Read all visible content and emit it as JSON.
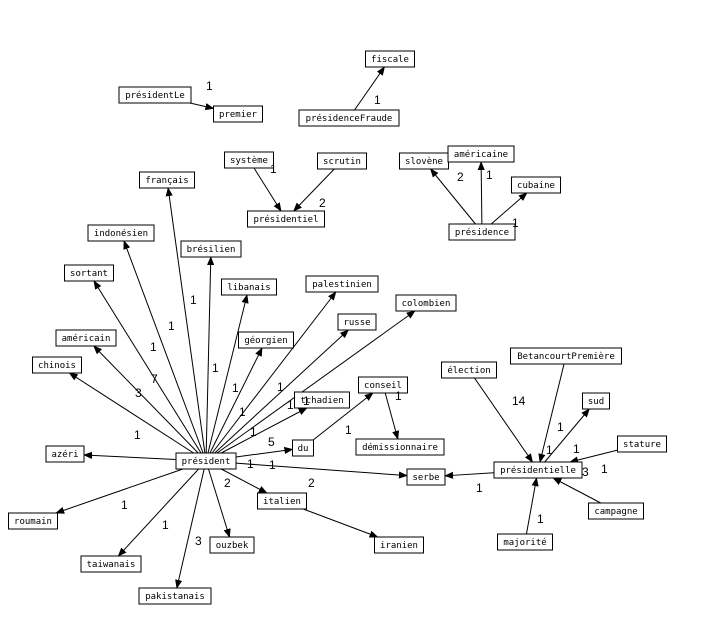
{
  "diagram": {
    "nodes": [
      {
        "id": "presidentLe",
        "label": "présidentLe"
      },
      {
        "id": "premier",
        "label": "premier"
      },
      {
        "id": "fiscale",
        "label": "fiscale"
      },
      {
        "id": "presidenceFraude",
        "label": "présidenceFraude"
      },
      {
        "id": "systeme",
        "label": "système"
      },
      {
        "id": "scrutin",
        "label": "scrutin"
      },
      {
        "id": "presidentiel",
        "label": "présidentiel"
      },
      {
        "id": "slovene",
        "label": "slovène"
      },
      {
        "id": "americaine",
        "label": "américaine"
      },
      {
        "id": "cubaine",
        "label": "cubaine"
      },
      {
        "id": "presidence",
        "label": "présidence"
      },
      {
        "id": "francais",
        "label": "français"
      },
      {
        "id": "indonesien",
        "label": "indonésien"
      },
      {
        "id": "bresilien",
        "label": "brésilien"
      },
      {
        "id": "sortant",
        "label": "sortant"
      },
      {
        "id": "libanais",
        "label": "libanais"
      },
      {
        "id": "palestinien",
        "label": "palestinien"
      },
      {
        "id": "colombien",
        "label": "colombien"
      },
      {
        "id": "russe",
        "label": "russe"
      },
      {
        "id": "americain",
        "label": "américain"
      },
      {
        "id": "georgien",
        "label": "géorgien"
      },
      {
        "id": "chinois",
        "label": "chinois"
      },
      {
        "id": "tchadien",
        "label": "tchadien"
      },
      {
        "id": "conseil",
        "label": "conseil"
      },
      {
        "id": "demissionnaire",
        "label": "démissionnaire"
      },
      {
        "id": "azeri",
        "label": "azéri"
      },
      {
        "id": "du",
        "label": "du"
      },
      {
        "id": "president",
        "label": "président"
      },
      {
        "id": "serbe",
        "label": "serbe"
      },
      {
        "id": "italien",
        "label": "italien"
      },
      {
        "id": "iranien",
        "label": "iranien"
      },
      {
        "id": "roumain",
        "label": "roumain"
      },
      {
        "id": "ouzbek",
        "label": "ouzbek"
      },
      {
        "id": "taiwanais",
        "label": "taiwanais"
      },
      {
        "id": "pakistanais",
        "label": "pakistanais"
      },
      {
        "id": "betancourtPremiere",
        "label": "BetancourtPremière"
      },
      {
        "id": "election",
        "label": "élection"
      },
      {
        "id": "sud",
        "label": "sud"
      },
      {
        "id": "stature",
        "label": "stature"
      },
      {
        "id": "presidentielle",
        "label": "présidentielle"
      },
      {
        "id": "campagne",
        "label": "campagne"
      },
      {
        "id": "majorite",
        "label": "majorité"
      }
    ],
    "edges": [
      {
        "from": "presidentLe",
        "to": "premier",
        "label": "1"
      },
      {
        "from": "presidenceFraude",
        "to": "fiscale",
        "label": "1"
      },
      {
        "from": "systeme",
        "to": "presidentiel",
        "label": "1"
      },
      {
        "from": "scrutin",
        "to": "presidentiel",
        "label": "2"
      },
      {
        "from": "presidence",
        "to": "slovene",
        "label": "2"
      },
      {
        "from": "presidence",
        "to": "americaine",
        "label": "1"
      },
      {
        "from": "presidence",
        "to": "cubaine",
        "label": "1"
      },
      {
        "from": "president",
        "to": "francais",
        "label": "1"
      },
      {
        "from": "president",
        "to": "indonesien",
        "label": "1"
      },
      {
        "from": "president",
        "to": "bresilien",
        "label": "1"
      },
      {
        "from": "president",
        "to": "sortant",
        "label": "1"
      },
      {
        "from": "president",
        "to": "libanais",
        "label": "1"
      },
      {
        "from": "president",
        "to": "palestinien",
        "label": "1"
      },
      {
        "from": "president",
        "to": "colombien",
        "label": "1"
      },
      {
        "from": "president",
        "to": "russe",
        "label": "1"
      },
      {
        "from": "president",
        "to": "americain",
        "label": "7"
      },
      {
        "from": "president",
        "to": "georgien",
        "label": "1"
      },
      {
        "from": "president",
        "to": "chinois",
        "label": "3"
      },
      {
        "from": "president",
        "to": "tchadien",
        "label": "1"
      },
      {
        "from": "president",
        "to": "azeri",
        "label": "1"
      },
      {
        "from": "president",
        "to": "du",
        "label": "5"
      },
      {
        "from": "president",
        "to": "serbe",
        "label": "1"
      },
      {
        "from": "president",
        "to": "italien",
        "label": "1"
      },
      {
        "from": "president",
        "to": "roumain",
        "label": "1"
      },
      {
        "from": "president",
        "to": "ouzbek",
        "label": "2"
      },
      {
        "from": "president",
        "to": "taiwanais",
        "label": "1"
      },
      {
        "from": "president",
        "to": "pakistanais",
        "label": "3"
      },
      {
        "from": "du",
        "to": "conseil",
        "label": "1"
      },
      {
        "from": "conseil",
        "to": "demissionnaire",
        "label": "1"
      },
      {
        "from": "italien",
        "to": "iranien",
        "label": "2"
      },
      {
        "from": "election",
        "to": "presidentielle",
        "label": "14"
      },
      {
        "from": "betancourtPremiere",
        "to": "presidentielle",
        "label": "1"
      },
      {
        "from": "presidentielle",
        "to": "sud",
        "label": "1"
      },
      {
        "from": "stature",
        "to": "presidentielle",
        "label": "1"
      },
      {
        "from": "campagne",
        "to": "presidentielle",
        "label": "1"
      },
      {
        "from": "majorite",
        "to": "presidentielle",
        "label": "1"
      },
      {
        "from": "presidentielle",
        "to": "serbe",
        "label": "1"
      }
    ],
    "extra_labels": [
      {
        "near": "presidentielle",
        "label": "3"
      }
    ]
  }
}
